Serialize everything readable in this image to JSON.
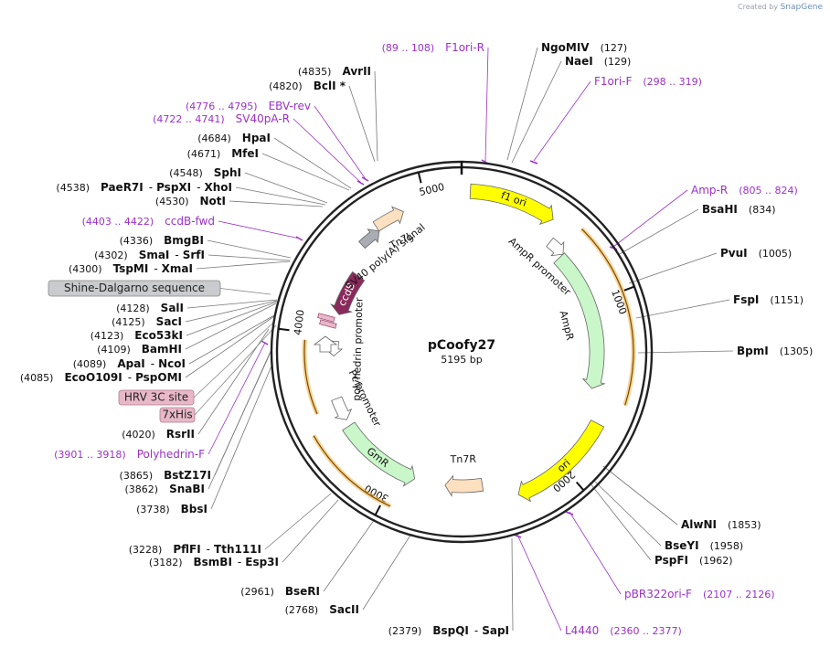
{
  "credit": {
    "prefix": "Created by",
    "brand": "SnapGene"
  },
  "plasmid": {
    "name": "pCoofy27",
    "length_label": "5195 bp",
    "length": 5195
  },
  "colors": {
    "site": "#000000",
    "primer": "#9b30c9",
    "backbone": "#222222",
    "ampr": "#c9f7c9",
    "ori": "#ffff00",
    "ccdb": "#8a2a5c",
    "tn7": "#fce0c0",
    "his": "#e8b8c8"
  },
  "ticks": [
    {
      "pos": 1000,
      "label": "1000"
    },
    {
      "pos": 2000,
      "label": "2000"
    },
    {
      "pos": 3000,
      "label": "3000"
    },
    {
      "pos": 4000,
      "label": "4000"
    },
    {
      "pos": 5000,
      "label": "5000"
    }
  ],
  "right_labels": [
    {
      "name": "NgoMIV",
      "pos": "(127)",
      "type": "site"
    },
    {
      "name": "NaeI",
      "pos": "(129)",
      "type": "site"
    },
    {
      "name": "F1ori-F",
      "pos": "(298 .. 319)",
      "type": "primer"
    },
    {
      "name": "Amp-R",
      "pos": "(805 .. 824)",
      "type": "primer"
    },
    {
      "name": "BsaHI",
      "pos": "(834)",
      "type": "site"
    },
    {
      "name": "PvuI",
      "pos": "(1005)",
      "type": "site"
    },
    {
      "name": "FspI",
      "pos": "(1151)",
      "type": "site"
    },
    {
      "name": "BpmI",
      "pos": "(1305)",
      "type": "site"
    },
    {
      "name": "AlwNI",
      "pos": "(1853)",
      "type": "site"
    },
    {
      "name": "BseYI",
      "pos": "(1958)",
      "type": "site"
    },
    {
      "name": "PspFI",
      "pos": "(1962)",
      "type": "site"
    },
    {
      "name": "pBR322ori-F",
      "pos": "(2107 .. 2126)",
      "type": "primer"
    },
    {
      "name": "L4440",
      "pos": "(2360 .. 2377)",
      "type": "primer"
    }
  ],
  "left_labels": [
    {
      "pos": "(89 .. 108)",
      "name": "F1ori-R",
      "type": "primer"
    },
    {
      "pos": "(4835)",
      "name": "AvrII",
      "type": "site"
    },
    {
      "pos": "(4820)",
      "name": "BclI *",
      "type": "site"
    },
    {
      "pos": "(4776 .. 4795)",
      "name": "EBV-rev",
      "type": "primer"
    },
    {
      "pos": "(4722 .. 4741)",
      "name": "SV40pA-R",
      "type": "primer"
    },
    {
      "pos": "(4684)",
      "name": "HpaI",
      "type": "site"
    },
    {
      "pos": "(4671)",
      "name": "MfeI",
      "type": "site"
    },
    {
      "pos": "(4548)",
      "name": "SphI",
      "type": "site"
    },
    {
      "pos": "(4530)",
      "name": "NotI",
      "type": "site"
    },
    {
      "pos": "(4403 .. 4422)",
      "name": "ccdB-fwd",
      "type": "primer"
    },
    {
      "pos": "(4336)",
      "name": "BmgBI",
      "type": "site"
    },
    {
      "pos": "(4128)",
      "name": "SalI",
      "type": "site"
    },
    {
      "pos": "(4125)",
      "name": "SacI",
      "type": "site"
    },
    {
      "pos": "(4123)",
      "name": "Eco53kI",
      "type": "site"
    },
    {
      "pos": "(4109)",
      "name": "BamHI",
      "type": "site"
    },
    {
      "pos": "(4020)",
      "name": "RsrII",
      "type": "site"
    },
    {
      "pos": "(3901 .. 3918)",
      "name": "Polyhedrin-F",
      "type": "primer"
    },
    {
      "pos": "(3865)",
      "name": "BstZ17I",
      "type": "site"
    },
    {
      "pos": "(3862)",
      "name": "SnaBI",
      "type": "site"
    },
    {
      "pos": "(3738)",
      "name": "BbsI",
      "type": "site"
    },
    {
      "pos": "(2961)",
      "name": "BseRI",
      "type": "site"
    },
    {
      "pos": "(2768)",
      "name": "SacII",
      "type": "site"
    }
  ],
  "multi_labels": [
    {
      "pos": "(4538)",
      "parts": [
        "PaeR7I",
        "PspXI",
        "XhoI"
      ]
    },
    {
      "pos": "(4302)",
      "parts": [
        "SmaI",
        "SrfI"
      ]
    },
    {
      "pos": "(4300)",
      "parts": [
        "TspMI",
        "XmaI"
      ]
    },
    {
      "pos": "(4089)",
      "parts": [
        "ApaI",
        "NcoI"
      ]
    },
    {
      "pos": "(4085)",
      "parts": [
        "EcoO109I",
        "PspOMI"
      ]
    },
    {
      "pos": "(3228)",
      "parts": [
        "PflFI",
        "Tth111I"
      ]
    },
    {
      "pos": "(3182)",
      "parts": [
        "BsmBI",
        "Esp3I"
      ]
    },
    {
      "pos": "(2379)",
      "parts": [
        "BspQI",
        "SapI"
      ]
    }
  ],
  "boxed_labels": [
    {
      "name": "Shine-Dalgarno sequence",
      "style": "grey"
    },
    {
      "name": "HRV 3C site",
      "style": "pink"
    },
    {
      "name": "7xHis",
      "style": "pink"
    }
  ],
  "features": [
    {
      "name": "f1 ori",
      "start": 45,
      "end": 500,
      "color": "#ffff00",
      "label_inside": true
    },
    {
      "name": "AmpR promoter",
      "start": 560,
      "end": 665,
      "color": "#ffffff"
    },
    {
      "name": "AmpR",
      "start": 665,
      "end": 1525,
      "color": "#c9f7c9"
    },
    {
      "name": "ori",
      "start": 1700,
      "end": 2285,
      "color": "#ffff00",
      "label_inside": true
    },
    {
      "name": "Tn7R",
      "start": 2470,
      "end": 2700,
      "color": "#fce0c0"
    },
    {
      "name": "GmR",
      "start": 3415,
      "end": 2890,
      "color": "#c9f7c9",
      "label_inside": true
    },
    {
      "name": "Pc promoter",
      "start": 3600,
      "end": 3455,
      "color": "#ffffff"
    },
    {
      "name": "polyhedrin promoter",
      "start": 3965,
      "end": 3870,
      "color": "#ffffff"
    },
    {
      "name": "ccdB",
      "start": 4420,
      "end": 4140,
      "color": "#8a2a5c",
      "label_inside": true
    },
    {
      "name": "SV40 poly(A) signal",
      "start": 4575,
      "end": 4700,
      "color": "#a9adb3"
    },
    {
      "name": "Tn7L",
      "start": 4700,
      "end": 4870,
      "color": "#fce0c0"
    }
  ]
}
